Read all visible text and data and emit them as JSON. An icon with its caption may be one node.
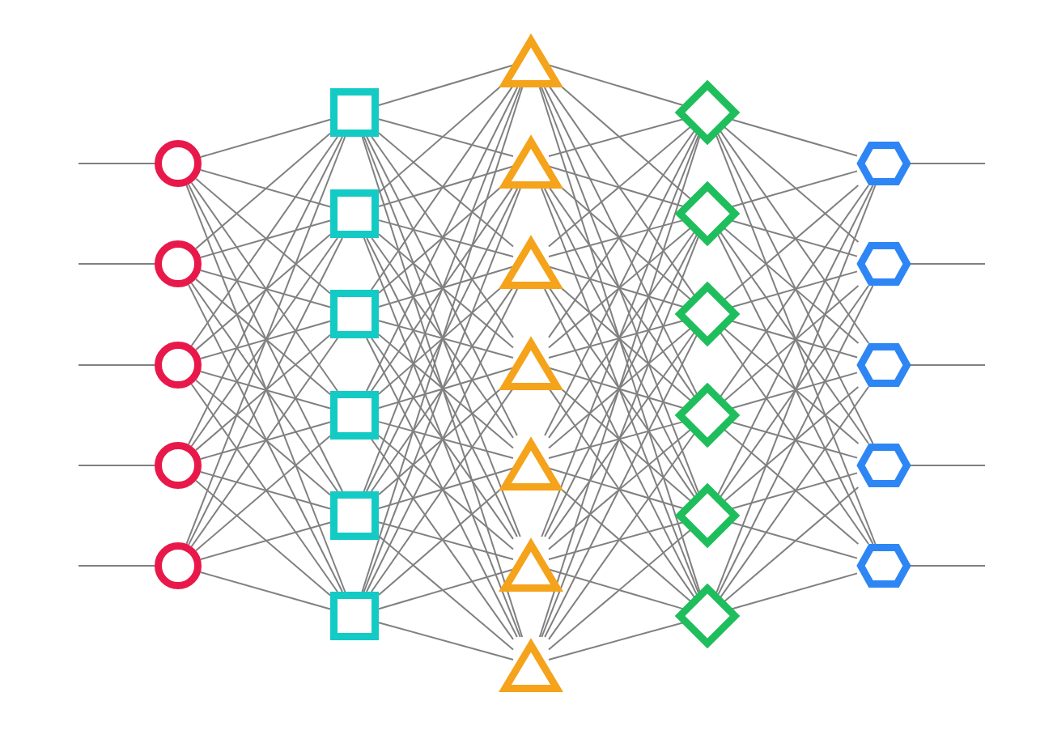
{
  "diagram": {
    "nodes": [
      {
        "text": [],
        "shape": "circle"
      },
      {
        "text": [],
        "shape": "circle"
      },
      {
        "text": [],
        "shape": "circle"
      },
      {
        "text": [],
        "shape": "circle"
      },
      {
        "text": [],
        "shape": "circle"
      },
      {
        "text": [],
        "shape": "box"
      },
      {
        "text": [],
        "shape": "box"
      },
      {
        "text": [],
        "shape": "box"
      },
      {
        "text": [],
        "shape": "box"
      },
      {
        "text": [],
        "shape": "box"
      },
      {
        "text": [],
        "shape": "box"
      },
      {
        "text": [],
        "shape": "triangle"
      },
      {
        "text": [],
        "shape": "triangle"
      },
      {
        "text": [],
        "shape": "triangle"
      },
      {
        "text": [],
        "shape": "triangle"
      },
      {
        "text": [],
        "shape": "triangle"
      },
      {
        "text": [],
        "shape": "triangle"
      },
      {
        "text": [],
        "shape": "triangle"
      },
      {
        "text": [],
        "shape": "diamond"
      },
      {
        "text": [],
        "shape": "diamond"
      },
      {
        "text": [],
        "shape": "diamond"
      },
      {
        "text": [],
        "shape": "diamond"
      },
      {
        "text": [],
        "shape": "diamond"
      },
      {
        "text": [],
        "shape": "diamond"
      },
      {
        "text": [],
        "shape": "hexagon"
      },
      {
        "text": [],
        "shape": "hexagon"
      },
      {
        "text": [],
        "shape": "hexagon"
      },
      {
        "text": [],
        "shape": "hexagon"
      },
      {
        "text": [],
        "shape": "hexagon"
      }
    ],
    "edges": [
      {
        "from": null,
        "to": 0,
        "arrow": "none"
      },
      {
        "from": null,
        "to": 1,
        "arrow": "none"
      },
      {
        "from": null,
        "to": 2,
        "arrow": "none"
      },
      {
        "from": null,
        "to": 3,
        "arrow": "none"
      },
      {
        "from": null,
        "to": 4,
        "arrow": "none"
      },
      {
        "from": 0,
        "to": 5,
        "arrow": "none"
      },
      {
        "from": 0,
        "to": 6,
        "arrow": "none"
      },
      {
        "from": 0,
        "to": 7,
        "arrow": "none"
      },
      {
        "from": 0,
        "to": 8,
        "arrow": "none"
      },
      {
        "from": 0,
        "to": 9,
        "arrow": "none"
      },
      {
        "from": 0,
        "to": 10,
        "arrow": "none"
      },
      {
        "from": 1,
        "to": 5,
        "arrow": "none"
      },
      {
        "from": 1,
        "to": 6,
        "arrow": "none"
      },
      {
        "from": 1,
        "to": 7,
        "arrow": "none"
      },
      {
        "from": 1,
        "to": 8,
        "arrow": "none"
      },
      {
        "from": 1,
        "to": 9,
        "arrow": "none"
      },
      {
        "from": 1,
        "to": 10,
        "arrow": "none"
      },
      {
        "from": 2,
        "to": 5,
        "arrow": "none"
      },
      {
        "from": 2,
        "to": 6,
        "arrow": "none"
      },
      {
        "from": 2,
        "to": 7,
        "arrow": "none"
      },
      {
        "from": 2,
        "to": 8,
        "arrow": "none"
      },
      {
        "from": 2,
        "to": 9,
        "arrow": "none"
      },
      {
        "from": 2,
        "to": 10,
        "arrow": "none"
      },
      {
        "from": 3,
        "to": 5,
        "arrow": "none"
      },
      {
        "from": 3,
        "to": 6,
        "arrow": "none"
      },
      {
        "from": 3,
        "to": 7,
        "arrow": "none"
      },
      {
        "from": 3,
        "to": 8,
        "arrow": "none"
      },
      {
        "from": 3,
        "to": 9,
        "arrow": "none"
      },
      {
        "from": 3,
        "to": 10,
        "arrow": "none"
      },
      {
        "from": 4,
        "to": 5,
        "arrow": "none"
      },
      {
        "from": 4,
        "to": 6,
        "arrow": "none"
      },
      {
        "from": 4,
        "to": 7,
        "arrow": "none"
      },
      {
        "from": 4,
        "to": 8,
        "arrow": "none"
      },
      {
        "from": 4,
        "to": 9,
        "arrow": "none"
      },
      {
        "from": 4,
        "to": 10,
        "arrow": "none"
      },
      {
        "from": 5,
        "to": 11,
        "arrow": "none"
      },
      {
        "from": 5,
        "to": 12,
        "arrow": "none"
      },
      {
        "from": 5,
        "to": 13,
        "arrow": "none"
      },
      {
        "from": 5,
        "to": 14,
        "arrow": "none"
      },
      {
        "from": 5,
        "to": 15,
        "arrow": "none"
      },
      {
        "from": 5,
        "to": 16,
        "arrow": "none"
      },
      {
        "from": 5,
        "to": 17,
        "arrow": "none"
      },
      {
        "from": 6,
        "to": 11,
        "arrow": "none"
      },
      {
        "from": 6,
        "to": 12,
        "arrow": "none"
      },
      {
        "from": 6,
        "to": 13,
        "arrow": "none"
      },
      {
        "from": 6,
        "to": 14,
        "arrow": "none"
      },
      {
        "from": 6,
        "to": 15,
        "arrow": "none"
      },
      {
        "from": 6,
        "to": 16,
        "arrow": "none"
      },
      {
        "from": 6,
        "to": 17,
        "arrow": "none"
      },
      {
        "from": 7,
        "to": 11,
        "arrow": "none"
      },
      {
        "from": 7,
        "to": 12,
        "arrow": "none"
      },
      {
        "from": 7,
        "to": 13,
        "arrow": "none"
      },
      {
        "from": 7,
        "to": 14,
        "arrow": "none"
      },
      {
        "from": 7,
        "to": 15,
        "arrow": "none"
      },
      {
        "from": 7,
        "to": 16,
        "arrow": "none"
      },
      {
        "from": 7,
        "to": 17,
        "arrow": "none"
      },
      {
        "from": 8,
        "to": 11,
        "arrow": "none"
      },
      {
        "from": 8,
        "to": 12,
        "arrow": "none"
      },
      {
        "from": 8,
        "to": 13,
        "arrow": "none"
      },
      {
        "from": 8,
        "to": 14,
        "arrow": "none"
      },
      {
        "from": 8,
        "to": 15,
        "arrow": "none"
      },
      {
        "from": 8,
        "to": 16,
        "arrow": "none"
      },
      {
        "from": 8,
        "to": 17,
        "arrow": "none"
      },
      {
        "from": 9,
        "to": 11,
        "arrow": "none"
      },
      {
        "from": 9,
        "to": 12,
        "arrow": "none"
      },
      {
        "from": 9,
        "to": 13,
        "arrow": "none"
      },
      {
        "from": 9,
        "to": 14,
        "arrow": "none"
      },
      {
        "from": 9,
        "to": 15,
        "arrow": "none"
      },
      {
        "from": 9,
        "to": 16,
        "arrow": "none"
      },
      {
        "from": 9,
        "to": 17,
        "arrow": "none"
      },
      {
        "from": 10,
        "to": 11,
        "arrow": "none"
      },
      {
        "from": 10,
        "to": 12,
        "arrow": "none"
      },
      {
        "from": 10,
        "to": 13,
        "arrow": "none"
      },
      {
        "from": 10,
        "to": 14,
        "arrow": "none"
      },
      {
        "from": 10,
        "to": 15,
        "arrow": "none"
      },
      {
        "from": 10,
        "to": 16,
        "arrow": "none"
      },
      {
        "from": 10,
        "to": 17,
        "arrow": "none"
      },
      {
        "from": 11,
        "to": 18,
        "arrow": "none"
      },
      {
        "from": 11,
        "to": 19,
        "arrow": "none"
      },
      {
        "from": 11,
        "to": 20,
        "arrow": "none"
      },
      {
        "from": 11,
        "to": 21,
        "arrow": "none"
      },
      {
        "from": 11,
        "to": 22,
        "arrow": "none"
      },
      {
        "from": 11,
        "to": 23,
        "arrow": "none"
      },
      {
        "from": 12,
        "to": 18,
        "arrow": "none"
      },
      {
        "from": 12,
        "to": 19,
        "arrow": "none"
      },
      {
        "from": 12,
        "to": 20,
        "arrow": "none"
      },
      {
        "from": 12,
        "to": 21,
        "arrow": "none"
      },
      {
        "from": 12,
        "to": 22,
        "arrow": "none"
      },
      {
        "from": 12,
        "to": 23,
        "arrow": "none"
      },
      {
        "from": 13,
        "to": 18,
        "arrow": "none"
      },
      {
        "from": 13,
        "to": 19,
        "arrow": "none"
      },
      {
        "from": 13,
        "to": 20,
        "arrow": "none"
      },
      {
        "from": 13,
        "to": 21,
        "arrow": "none"
      },
      {
        "from": 13,
        "to": 22,
        "arrow": "none"
      },
      {
        "from": 13,
        "to": 23,
        "arrow": "none"
      },
      {
        "from": 14,
        "to": 18,
        "arrow": "none"
      },
      {
        "from": 14,
        "to": 19,
        "arrow": "none"
      },
      {
        "from": 14,
        "to": 20,
        "arrow": "none"
      },
      {
        "from": 14,
        "to": 21,
        "arrow": "none"
      },
      {
        "from": 14,
        "to": 22,
        "arrow": "none"
      },
      {
        "from": 14,
        "to": 23,
        "arrow": "none"
      },
      {
        "from": 15,
        "to": 18,
        "arrow": "none"
      },
      {
        "from": 15,
        "to": 19,
        "arrow": "none"
      },
      {
        "from": 15,
        "to": 20,
        "arrow": "none"
      },
      {
        "from": 15,
        "to": 21,
        "arrow": "none"
      },
      {
        "from": 15,
        "to": 22,
        "arrow": "none"
      },
      {
        "from": 15,
        "to": 23,
        "arrow": "none"
      },
      {
        "from": 16,
        "to": 18,
        "arrow": "none"
      },
      {
        "from": 16,
        "to": 19,
        "arrow": "none"
      },
      {
        "from": 16,
        "to": 20,
        "arrow": "none"
      },
      {
        "from": 16,
        "to": 21,
        "arrow": "none"
      },
      {
        "from": 16,
        "to": 22,
        "arrow": "none"
      },
      {
        "from": 16,
        "to": 23,
        "arrow": "none"
      },
      {
        "from": 17,
        "to": 18,
        "arrow": "none"
      },
      {
        "from": 17,
        "to": 19,
        "arrow": "none"
      },
      {
        "from": 17,
        "to": 20,
        "arrow": "none"
      },
      {
        "from": 17,
        "to": 21,
        "arrow": "none"
      },
      {
        "from": 17,
        "to": 22,
        "arrow": "none"
      },
      {
        "from": 17,
        "to": 23,
        "arrow": "none"
      },
      {
        "from": 18,
        "to": 24,
        "arrow": "none"
      },
      {
        "from": 18,
        "to": 25,
        "arrow": "none"
      },
      {
        "from": 18,
        "to": 26,
        "arrow": "none"
      },
      {
        "from": 18,
        "to": 27,
        "arrow": "none"
      },
      {
        "from": 18,
        "to": 28,
        "arrow": "none"
      },
      {
        "from": 19,
        "to": 24,
        "arrow": "none"
      },
      {
        "from": 19,
        "to": 25,
        "arrow": "none"
      },
      {
        "from": 19,
        "to": 26,
        "arrow": "none"
      },
      {
        "from": 19,
        "to": 27,
        "arrow": "none"
      },
      {
        "from": 19,
        "to": 28,
        "arrow": "none"
      },
      {
        "from": 20,
        "to": 24,
        "arrow": "none"
      },
      {
        "from": 20,
        "to": 25,
        "arrow": "none"
      },
      {
        "from": 20,
        "to": 26,
        "arrow": "none"
      },
      {
        "from": 20,
        "to": 27,
        "arrow": "none"
      },
      {
        "from": 20,
        "to": 28,
        "arrow": "none"
      },
      {
        "from": 21,
        "to": 24,
        "arrow": "none"
      },
      {
        "from": 21,
        "to": 25,
        "arrow": "none"
      },
      {
        "from": 21,
        "to": 26,
        "arrow": "none"
      },
      {
        "from": 21,
        "to": 27,
        "arrow": "none"
      },
      {
        "from": 21,
        "to": 28,
        "arrow": "none"
      },
      {
        "from": 22,
        "to": 24,
        "arrow": "none"
      },
      {
        "from": 22,
        "to": 25,
        "arrow": "none"
      },
      {
        "from": 22,
        "to": 26,
        "arrow": "none"
      },
      {
        "from": 22,
        "to": 27,
        "arrow": "none"
      },
      {
        "from": 22,
        "to": 28,
        "arrow": "none"
      },
      {
        "from": 23,
        "to": 24,
        "arrow": "none"
      },
      {
        "from": 23,
        "to": 25,
        "arrow": "none"
      },
      {
        "from": 23,
        "to": 26,
        "arrow": "none"
      },
      {
        "from": 23,
        "to": 27,
        "arrow": "none"
      },
      {
        "from": 23,
        "to": 28,
        "arrow": "none"
      },
      {
        "from": 24,
        "to": null,
        "arrow": "none"
      },
      {
        "from": 25,
        "to": null,
        "arrow": "none"
      },
      {
        "from": 26,
        "to": null,
        "arrow": "none"
      },
      {
        "from": 27,
        "to": null,
        "arrow": "none"
      },
      {
        "from": 28,
        "to": null,
        "arrow": "none"
      }
    ]
  }
}
